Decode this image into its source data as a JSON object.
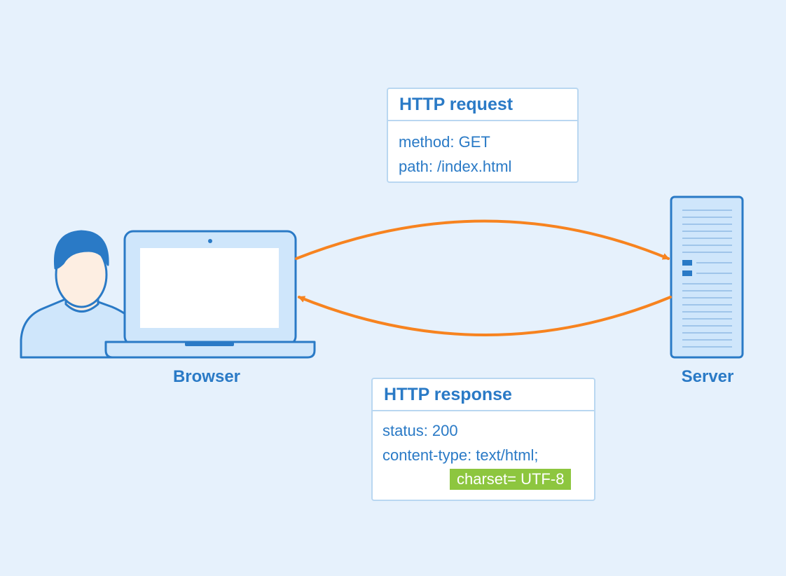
{
  "request": {
    "title": "HTTP request",
    "lines": [
      "method: GET",
      "path: /index.html"
    ]
  },
  "response": {
    "title": "HTTP response",
    "lines": [
      "status: 200",
      "content-type: text/html;"
    ],
    "badge": "charset= UTF-8"
  },
  "nodes": {
    "browser": "Browser",
    "server": "Server"
  },
  "icons": {
    "user": "user-avatar-icon",
    "laptop": "laptop-icon",
    "server": "server-rack-icon"
  },
  "colors": {
    "background": "#e6f1fc",
    "primary": "#2a7ac6",
    "light_fill": "#cfe6fb",
    "card_border": "#b9d7f1",
    "arrow": "#f7831f",
    "badge": "#8dc63f",
    "skin": "#fdeee2"
  }
}
